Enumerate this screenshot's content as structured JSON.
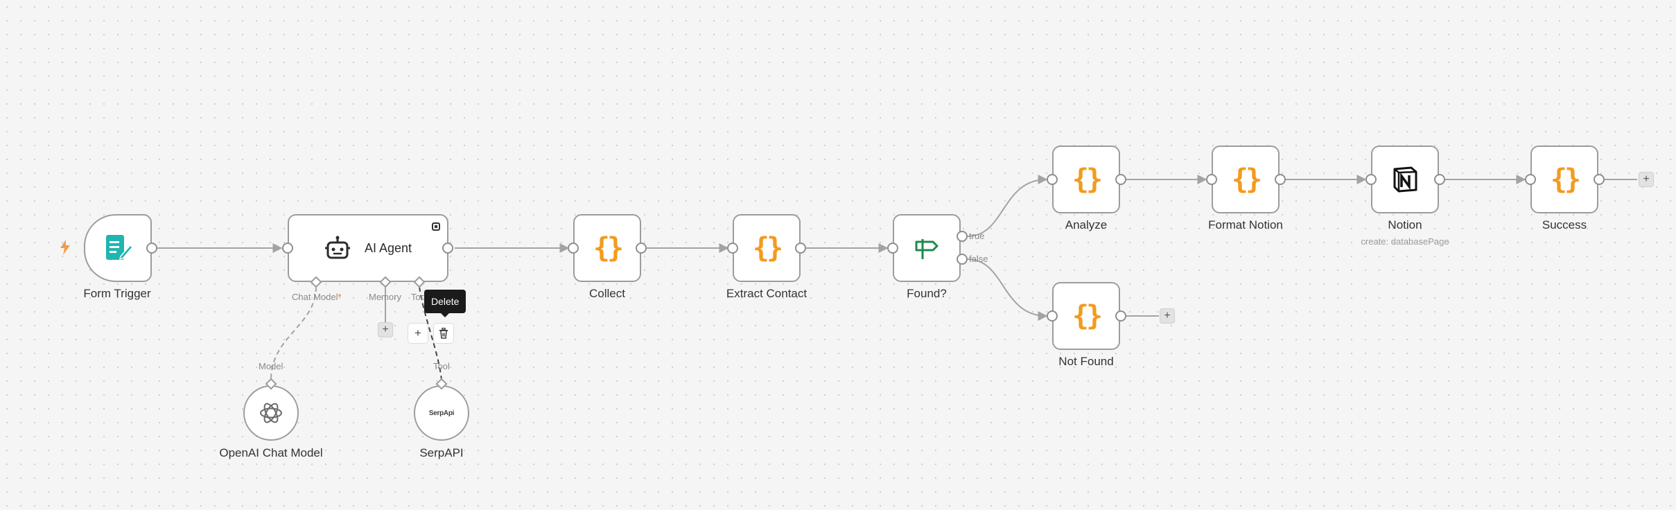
{
  "nodes": {
    "form_trigger": {
      "label": "Form Trigger"
    },
    "ai_agent": {
      "label": "AI Agent",
      "inputs": {
        "chat_model": "Chat Model",
        "required_mark": "*",
        "memory": "Memory",
        "tool": "Tool"
      }
    },
    "openai_chat_model": {
      "label": "OpenAI Chat Model",
      "input_label": "Model"
    },
    "serpapi": {
      "label": "SerpAPI",
      "input_label": "Tool",
      "logo_text": "SerpApi"
    },
    "collect": {
      "label": "Collect"
    },
    "extract_contact": {
      "label": "Extract Contact"
    },
    "found": {
      "label": "Found?",
      "outputs": {
        "true": "true",
        "false": "false"
      }
    },
    "analyze": {
      "label": "Analyze"
    },
    "format_notion": {
      "label": "Format Notion"
    },
    "notion": {
      "label": "Notion",
      "subtitle": "create: databasePage"
    },
    "success": {
      "label": "Success"
    },
    "not_found": {
      "label": "Not Found"
    }
  },
  "tooltip": {
    "text": "Delete"
  },
  "glyphs": {
    "plus": "+",
    "curly": "{}"
  },
  "colors": {
    "accent_orange": "#f39b1e",
    "trigger_teal": "#1fb5b0",
    "if_green": "#1e8a4a",
    "edge": "#a3a3a3"
  }
}
